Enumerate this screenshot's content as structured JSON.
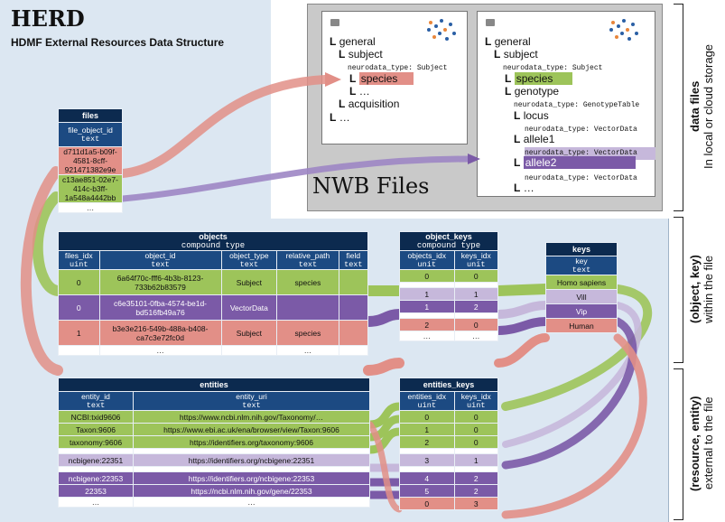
{
  "herd": {
    "title": "HERD",
    "subtitle": "HDMF External Resources Data Structure"
  },
  "nwb": {
    "title": "NWB Files",
    "file1": {
      "general": "general",
      "subject": "subject",
      "subject_type": "neurodata_type: Subject",
      "species": "species",
      "dots": "…",
      "acquisition": "acquisition",
      "dots2": "…"
    },
    "file2": {
      "general": "general",
      "subject": "subject",
      "subject_type": "neurodata_type: Subject",
      "species": "species",
      "genotype": "genotype",
      "genotype_type": "neurodata_type: GenotypeTable",
      "locus": "locus",
      "locus_type": "neurodata_type: VectorData",
      "allele1": "allele1",
      "allele1_type": "neurodata_type: VectorData",
      "allele2": "allele2",
      "allele2_type": "neurodata_type: VectorData",
      "dots": "…"
    }
  },
  "files": {
    "title": "files",
    "col": "file_object_id",
    "type": "text",
    "rows": [
      "d711d1a5-b09f-4581-8cff-921471382e9e",
      "c13ae851-02e7-414c-b3ff-1a548a4442bb",
      "…"
    ]
  },
  "objects": {
    "title": "objects",
    "subtitle": "compound type",
    "cols": [
      [
        "files_idx",
        "uint"
      ],
      [
        "object_id",
        "text"
      ],
      [
        "object_type",
        "text"
      ],
      [
        "relative_path",
        "text"
      ],
      [
        "field",
        "text"
      ]
    ],
    "rows": [
      [
        "0",
        "6a64f70c-fff6-4b3b-8123-733b62b83579",
        "Subject",
        "species",
        ""
      ],
      [
        "0",
        "c6e35101-0fba-4574-be1d-bd516fb49a76",
        "VectorData",
        "",
        ""
      ],
      [
        "1",
        "b3e3e216-549b-488a-b408-ca7c3e72fc0d",
        "Subject",
        "species",
        ""
      ],
      [
        "",
        "…",
        "",
        "…",
        ""
      ]
    ]
  },
  "object_keys": {
    "title": "object_keys",
    "subtitle": "compound type",
    "cols": [
      [
        "objects_idx",
        "unit"
      ],
      [
        "keys_idx",
        "unit"
      ]
    ],
    "rows": [
      [
        "0",
        "0"
      ],
      [
        "1",
        "1"
      ],
      [
        "1",
        "2"
      ],
      [
        "2",
        "0"
      ],
      [
        "…",
        "…"
      ]
    ]
  },
  "keys": {
    "title": "keys",
    "col": "key",
    "type": "text",
    "rows": [
      "Homo sapiens",
      "Vill",
      "Vip",
      "Human"
    ]
  },
  "entities": {
    "title": "entities",
    "cols": [
      [
        "entity_id",
        "text"
      ],
      [
        "entity_uri",
        "text"
      ]
    ],
    "rows": [
      [
        "NCBI:txid9606",
        "https://www.ncbi.nlm.nih.gov/Taxonomy/…"
      ],
      [
        "Taxon:9606",
        "https://www.ebi.ac.uk/ena/browser/view/Taxon:9606"
      ],
      [
        "taxonomy:9606",
        "https://identifiers.org/taxonomy:9606"
      ],
      [
        "ncbigene:22351",
        "https://identifiers.org/ncbigene:22351"
      ],
      [
        "ncbigene:22353",
        "https://identifiers.org/ncbigene:22353"
      ],
      [
        "22353",
        "https://ncbi.nlm.nih.gov/gene/22353"
      ],
      [
        "…",
        "…"
      ]
    ]
  },
  "entities_keys": {
    "title": "entities_keys",
    "cols": [
      [
        "entities_idx",
        "uint"
      ],
      [
        "keys_idx",
        "uint"
      ]
    ],
    "rows": [
      [
        "0",
        "0"
      ],
      [
        "1",
        "0"
      ],
      [
        "2",
        "0"
      ],
      [
        "3",
        "1"
      ],
      [
        "4",
        "2"
      ],
      [
        "5",
        "2"
      ],
      [
        "0",
        "3"
      ]
    ]
  },
  "side_labels": {
    "data_files_1": "data files",
    "data_files_2": "In local or cloud storage",
    "object_key_1": "(object, key)",
    "object_key_2": "within the file",
    "resource_entity_1": "(resource, entity)",
    "resource_entity_2": "external to the file"
  },
  "colors": {
    "green": "#9dc45a",
    "purple": "#7b5aa7",
    "light_purple": "#c6b8db",
    "red": "#e28f87",
    "header_dark": "#0c2a4f",
    "header_mid": "#1c4a82",
    "panel": "#dce7f2"
  }
}
